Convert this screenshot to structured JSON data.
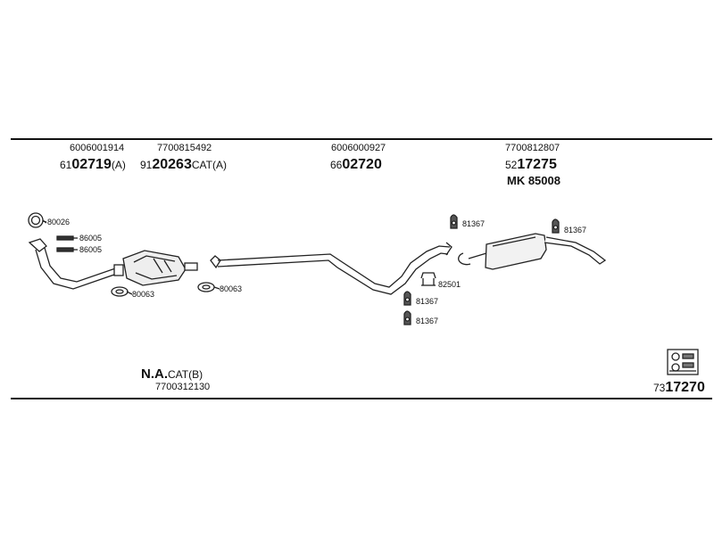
{
  "top_labels": {
    "p1_oem": "6006001914",
    "p1_prefix": "61",
    "p1_num": "02719",
    "p1_suffix": "(A)",
    "p2_oem": "7700815492",
    "p2_prefix": "91",
    "p2_num": "20263",
    "p2_suffix": "CAT(A)",
    "p3_oem": "6006000927",
    "p3_prefix": "66",
    "p3_num": "02720",
    "p4_oem": "7700812807",
    "p4_prefix": "52",
    "p4_num": "17275",
    "p4_mk": "MK  85008"
  },
  "callouts": {
    "c80026": "80026",
    "c86005a": "86005",
    "c86005b": "86005",
    "c80063a": "80063",
    "c80063b": "80063",
    "c81367a": "81367",
    "c81367b": "81367",
    "c81367c": "81367",
    "c81367d": "81367",
    "c82501": "82501"
  },
  "bottom_labels": {
    "na_main": "N.A.",
    "na_suffix": "CAT(B)",
    "na_oem": "7700312130",
    "kit_prefix": "73",
    "kit_num": "17270"
  },
  "icons": [
    "ring-gasket-icon",
    "bolt-icon",
    "clamp-icon",
    "rubber-hanger-icon",
    "kit-box-icon"
  ]
}
